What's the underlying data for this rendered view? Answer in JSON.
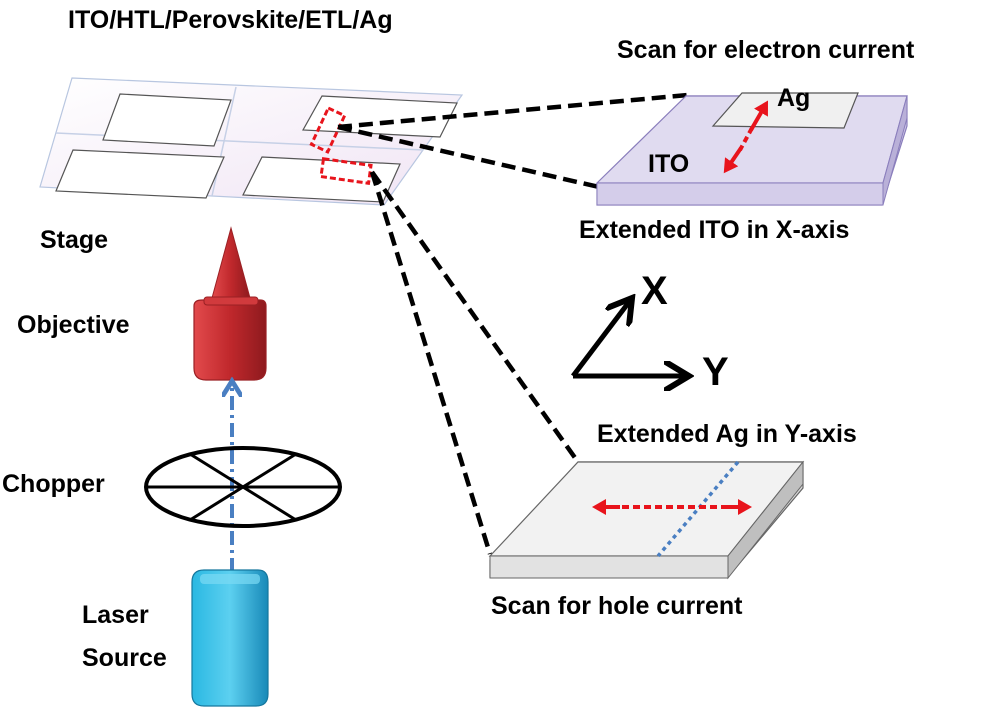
{
  "labels": {
    "device_stack": "ITO/HTL/Perovskite/ETL/Ag",
    "scan_electron": "Scan for electron current",
    "ag": "Ag",
    "ito": "ITO",
    "extended_ito": "Extended ITO in X-axis",
    "stage": "Stage",
    "objective": "Objective",
    "axis_x": "X",
    "axis_y": "Y",
    "extended_ag": "Extended Ag in Y-axis",
    "chopper": "Chopper",
    "scan_hole": "Scan for hole current",
    "laser_line1": "Laser",
    "laser_line2": "Source"
  },
  "colors": {
    "objective": "#c0282c",
    "laser": "#1fa9d6",
    "beam": "#4a7fc2",
    "scan_arrow": "#e8141c",
    "ito_layer": "#ddd8ee",
    "sample_top": "#f2f2f2"
  }
}
